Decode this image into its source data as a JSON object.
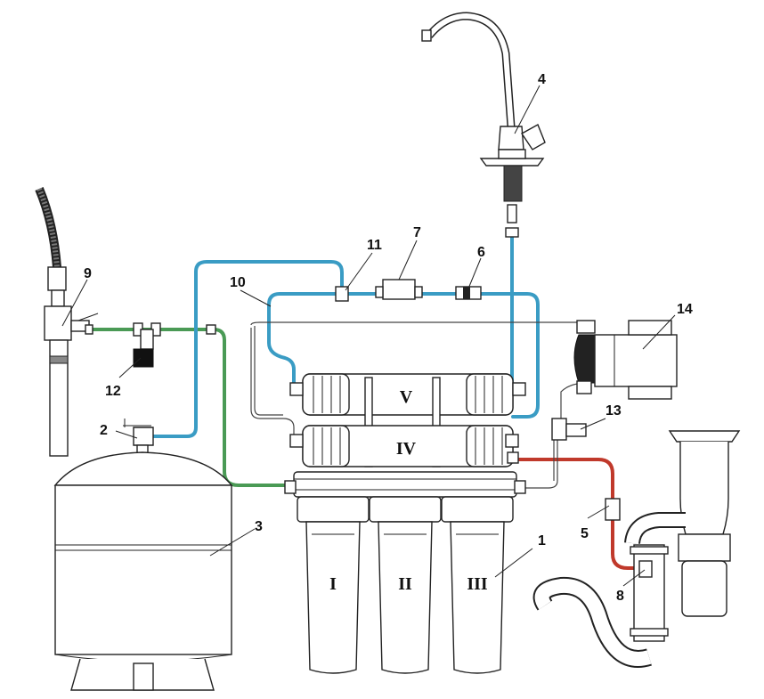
{
  "colors": {
    "clean_water": "#3a9cc4",
    "feed_water": "#4a9a55",
    "drain_water": "#c0392b",
    "outline": "#222222"
  },
  "callouts": {
    "c1": "1",
    "c2": "2",
    "c3": "3",
    "c4": "4",
    "c5": "5",
    "c6": "6",
    "c7": "7",
    "c8": "8",
    "c9": "9",
    "c10": "10",
    "c11": "11",
    "c12": "12",
    "c13": "13",
    "c14": "14"
  },
  "stage_labels": {
    "s1": "I",
    "s2": "II",
    "s3": "III",
    "s4": "IV",
    "s5": "V"
  }
}
